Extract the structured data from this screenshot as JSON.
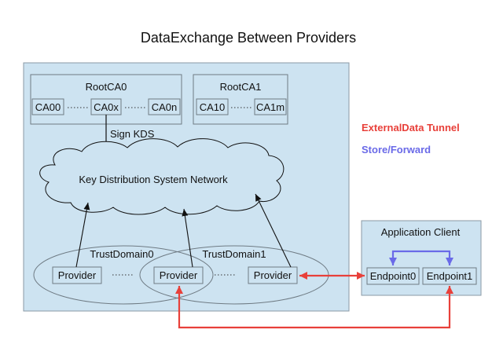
{
  "title": "DataExchange Between Providers",
  "root_ca0": {
    "label": "RootCA0",
    "certs": [
      "CA00",
      "CA0x",
      "CA0n"
    ]
  },
  "root_ca1": {
    "label": "RootCA1",
    "certs": [
      "CA10",
      "CA1m"
    ]
  },
  "sign_kds": "Sign KDS",
  "kds_network": "Key Distribution System Network",
  "trust_domain0": "TrustDomain0",
  "trust_domain1": "TrustDomain1",
  "providers": [
    "Provider",
    "Provider",
    "Provider"
  ],
  "app_client": {
    "label": "Application Client",
    "endpoints": [
      "Endpoint0",
      "Endpoint1"
    ]
  },
  "legend": {
    "external_tunnel": "ExternalData Tunnel",
    "store_forward": "Store/Forward"
  },
  "colors": {
    "panel_fill": "#cde3f1",
    "panel_stroke": "#8a9aa5",
    "tunnel": "#e8403a",
    "store_forward": "#6a6ae8"
  }
}
